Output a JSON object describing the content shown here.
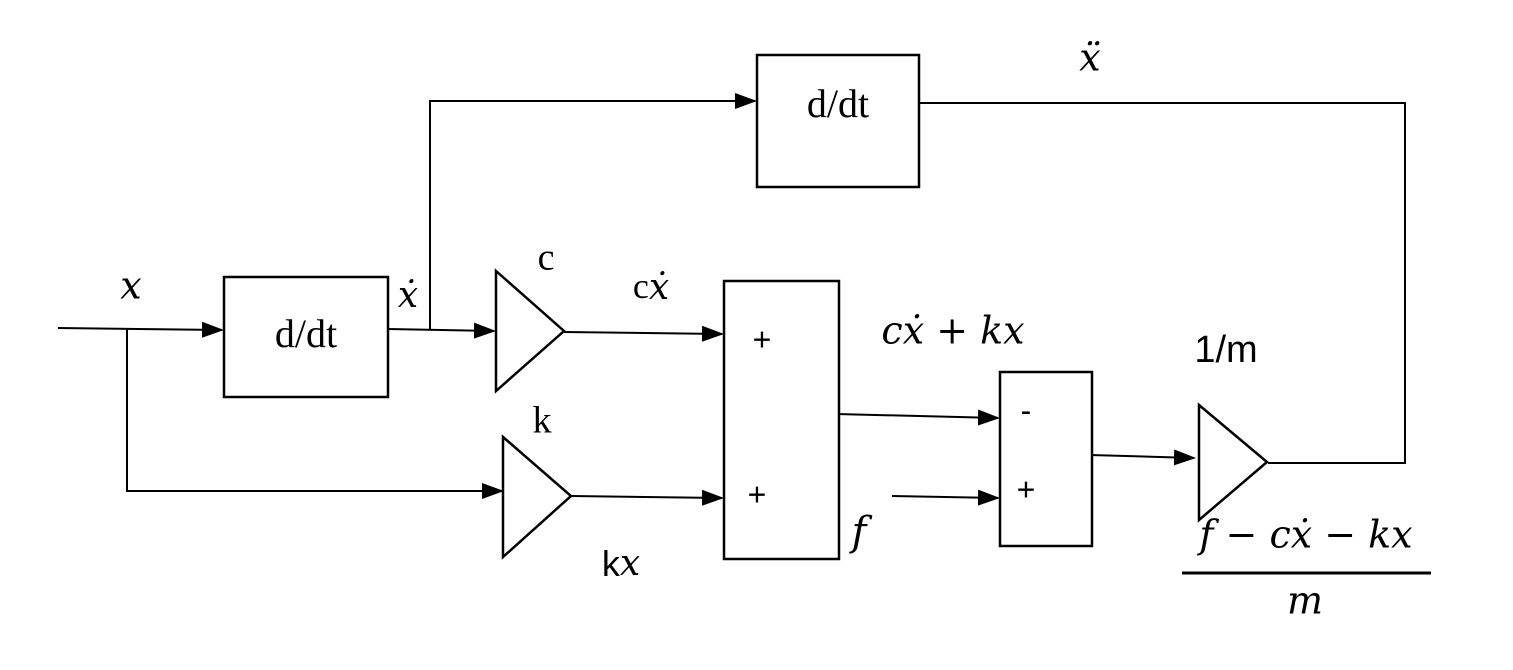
{
  "blocks": {
    "derivative_1": "d/dt",
    "derivative_2": "d/dt"
  },
  "gains": {
    "damping": "c",
    "stiffness": "k",
    "inverse_mass": "1/m"
  },
  "signals": {
    "input": "x",
    "velocity": "ẋ",
    "acceleration": "ẍ",
    "damping_force_prefix": "c",
    "damping_force_var": "ẋ",
    "spring_force_prefix": "k",
    "spring_force_var": "x",
    "sum_output": "cẋ + kx",
    "external_force": "f",
    "fraction_numerator": "f − cẋ − kx",
    "fraction_denominator": "m"
  },
  "summers": {
    "adder_top_sign": "+",
    "adder_bottom_sign": "+",
    "subtractor_top_sign": "-",
    "subtractor_bottom_sign": "+"
  }
}
